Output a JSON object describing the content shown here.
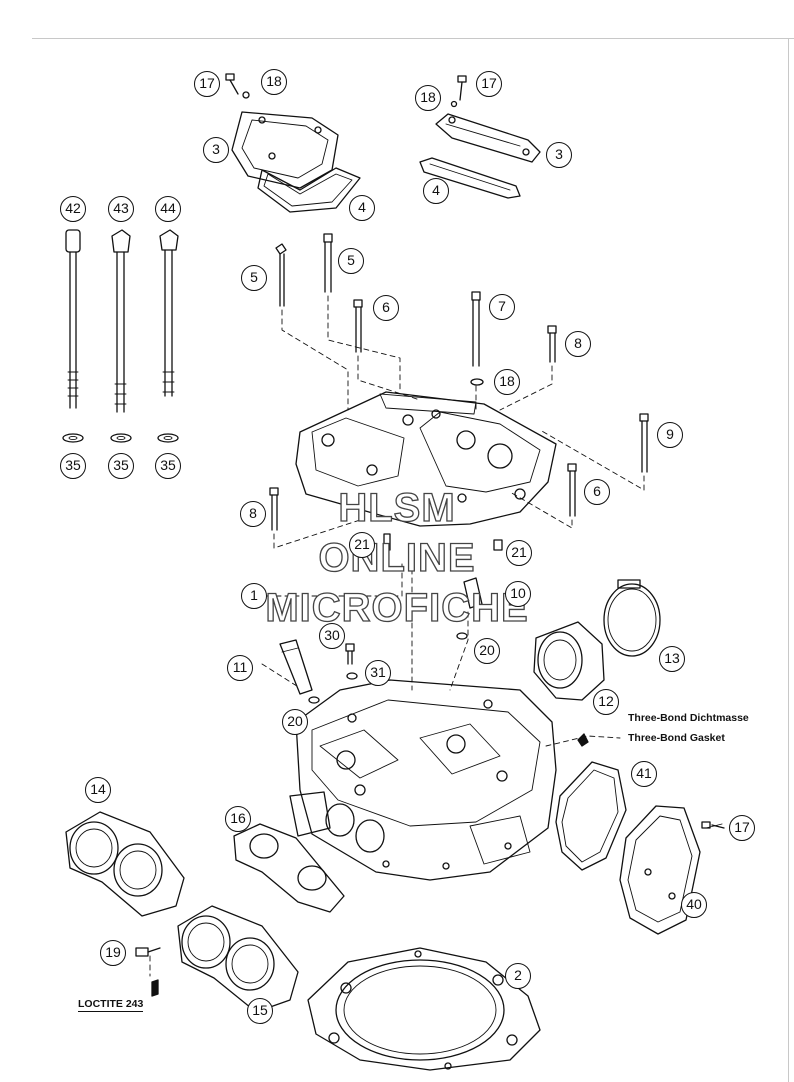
{
  "watermark": {
    "line1": "HLSM",
    "line2": "ONLINE",
    "line3": "MICROFICHE"
  },
  "notes": {
    "threebond_1": "Three-Bond Dichtmasse",
    "threebond_2": "Three-Bond Gasket",
    "loctite": "LOCTITE 243"
  },
  "callouts": [
    {
      "id": "c17a",
      "label": "17"
    },
    {
      "id": "c18a",
      "label": "18"
    },
    {
      "id": "c3a",
      "label": "3"
    },
    {
      "id": "c4a",
      "label": "4"
    },
    {
      "id": "c18b",
      "label": "18"
    },
    {
      "id": "c17b",
      "label": "17"
    },
    {
      "id": "c3b",
      "label": "3"
    },
    {
      "id": "c4b",
      "label": "4"
    },
    {
      "id": "c42",
      "label": "42"
    },
    {
      "id": "c43",
      "label": "43"
    },
    {
      "id": "c44",
      "label": "44"
    },
    {
      "id": "c35a",
      "label": "35"
    },
    {
      "id": "c35b",
      "label": "35"
    },
    {
      "id": "c35c",
      "label": "35"
    },
    {
      "id": "c5a",
      "label": "5"
    },
    {
      "id": "c5b",
      "label": "5"
    },
    {
      "id": "c6a",
      "label": "6"
    },
    {
      "id": "c7",
      "label": "7"
    },
    {
      "id": "c8a",
      "label": "8"
    },
    {
      "id": "c18c",
      "label": "18"
    },
    {
      "id": "c9",
      "label": "9"
    },
    {
      "id": "c6b",
      "label": "6"
    },
    {
      "id": "c8b",
      "label": "8"
    },
    {
      "id": "c21a",
      "label": "21"
    },
    {
      "id": "c21b",
      "label": "21"
    },
    {
      "id": "c1",
      "label": "1"
    },
    {
      "id": "c10",
      "label": "10"
    },
    {
      "id": "c20a",
      "label": "20"
    },
    {
      "id": "c13",
      "label": "13"
    },
    {
      "id": "c30",
      "label": "30"
    },
    {
      "id": "c31",
      "label": "31"
    },
    {
      "id": "c11",
      "label": "11"
    },
    {
      "id": "c12",
      "label": "12"
    },
    {
      "id": "c20b",
      "label": "20"
    },
    {
      "id": "c41",
      "label": "41"
    },
    {
      "id": "c14",
      "label": "14"
    },
    {
      "id": "c16",
      "label": "16"
    },
    {
      "id": "c17c",
      "label": "17"
    },
    {
      "id": "c40",
      "label": "40"
    },
    {
      "id": "c19",
      "label": "19"
    },
    {
      "id": "c2",
      "label": "2"
    },
    {
      "id": "c15",
      "label": "15"
    }
  ]
}
